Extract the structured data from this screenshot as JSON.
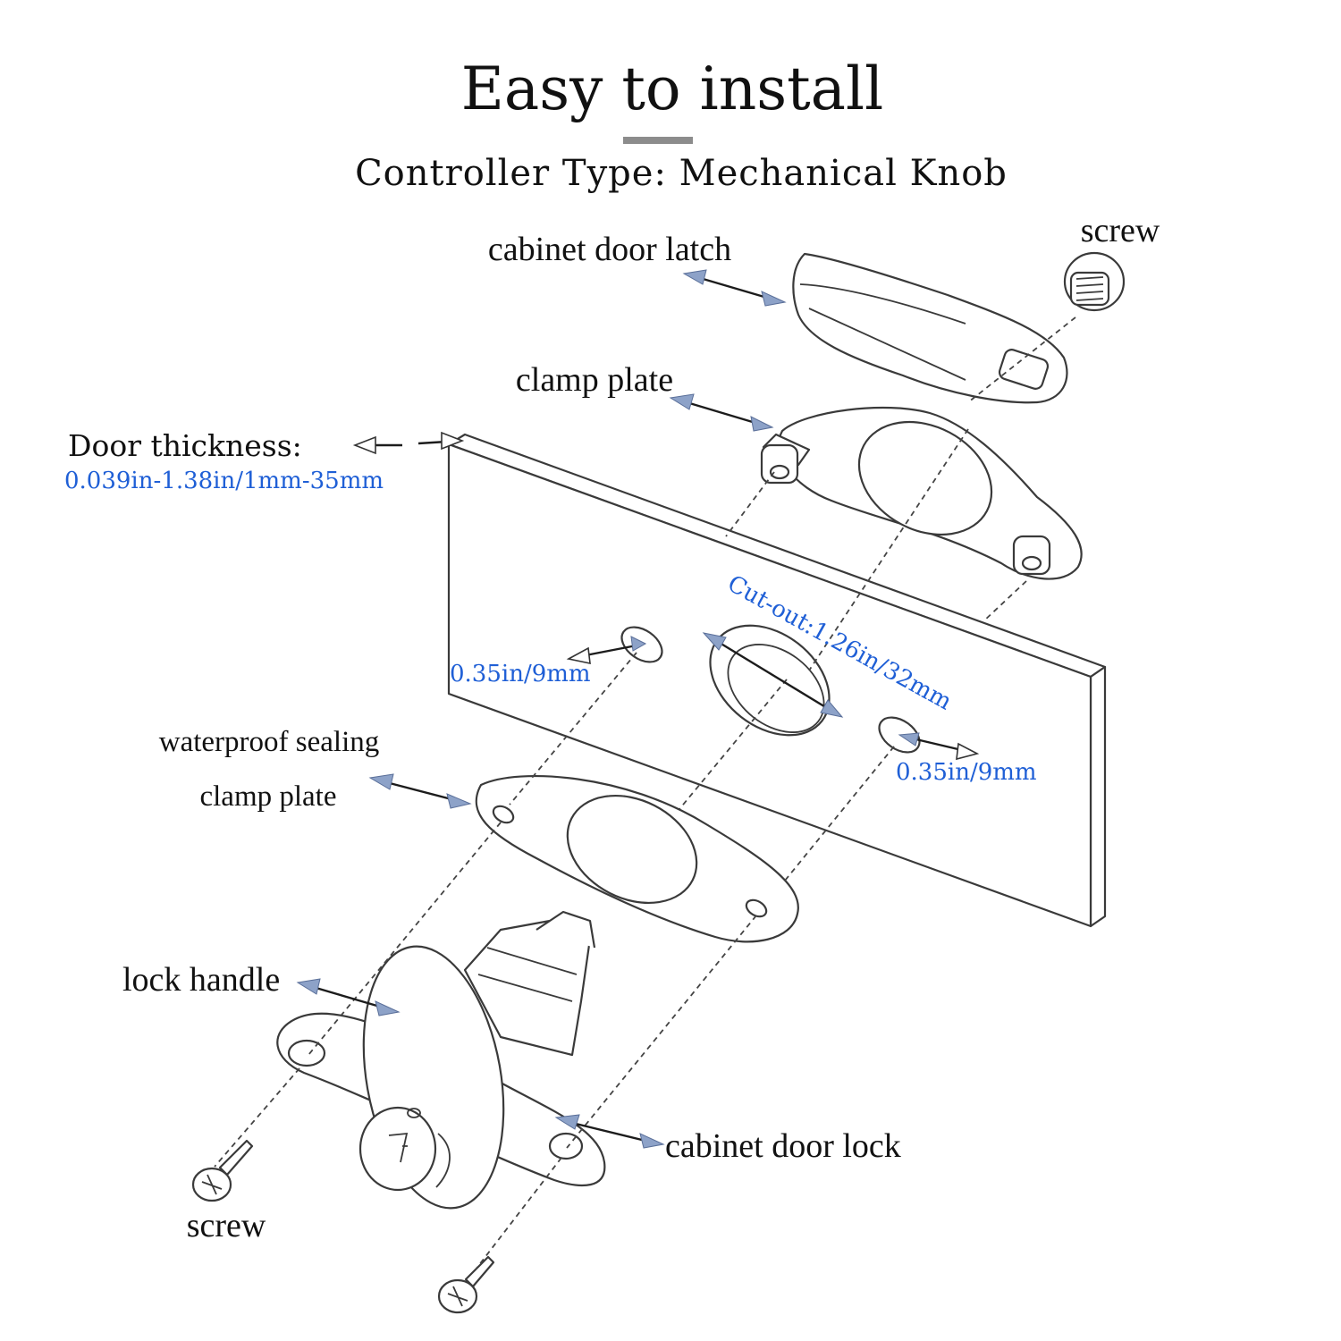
{
  "title": "Easy to install",
  "subtitle": "Controller Type: Mechanical Knob",
  "labels": {
    "latch": "cabinet door latch",
    "screw_top": "screw",
    "clamp_plate": "clamp plate",
    "door_thickness": "Door thickness:",
    "door_thickness_value": "0.039in-1.38in/1mm-35mm",
    "cutout": "Cut-out:1.26in/32mm",
    "hole_left": "0.35in/9mm",
    "hole_right": "0.35in/9mm",
    "sealing_1": "waterproof sealing",
    "sealing_2": "clamp plate",
    "lock_handle": "lock handle",
    "door_lock": "cabinet door lock",
    "screw_bottom": "screw"
  },
  "colors": {
    "accent_blue": "#1f5fd6",
    "arrowhead_blue": "#8da2c8",
    "line": "#3a3a3a"
  }
}
